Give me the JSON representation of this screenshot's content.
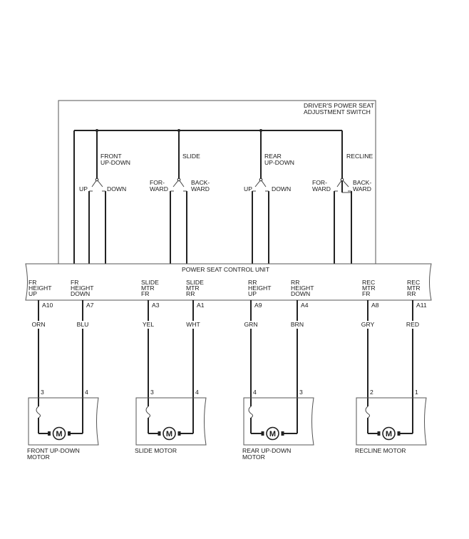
{
  "switch_title": [
    "DRIVER'S POWER SEAT",
    "ADJUSTMENT SWITCH"
  ],
  "switch_groups": [
    {
      "name": [
        "FRONT",
        "UP-DOWN"
      ],
      "left": [
        "UP"
      ],
      "right": [
        "DOWN"
      ]
    },
    {
      "name": [
        "SLIDE"
      ],
      "left": [
        "FOR-",
        "WARD"
      ],
      "right": [
        "BACK-",
        "WARD"
      ]
    },
    {
      "name": [
        "REAR",
        "UP-DOWN"
      ],
      "left": [
        "UP"
      ],
      "right": [
        "DOWN"
      ]
    },
    {
      "name": [
        "RECLINE"
      ],
      "left": [
        "FOR-",
        "WARD"
      ],
      "right": [
        "BACK-",
        "WARD"
      ]
    }
  ],
  "control_unit": "POWER SEAT CONTROL UNIT",
  "terminals": [
    {
      "label": [
        "FR",
        "HEIGHT",
        "UP"
      ],
      "pin": "A10",
      "color": "ORN"
    },
    {
      "label": [
        "FR",
        "HEIGHT",
        "DOWN"
      ],
      "pin": "A7",
      "color": "BLU"
    },
    {
      "label": [
        "SLIDE",
        "MTR",
        "FR"
      ],
      "pin": "A3",
      "color": "YEL"
    },
    {
      "label": [
        "SLIDE",
        "MTR",
        "RR"
      ],
      "pin": "A1",
      "color": "WHT"
    },
    {
      "label": [
        "RR",
        "HEIGHT",
        "UP"
      ],
      "pin": "A9",
      "color": "GRN"
    },
    {
      "label": [
        "RR",
        "HEIGHT",
        "DOWN"
      ],
      "pin": "A4",
      "color": "BRN"
    },
    {
      "label": [
        "REC",
        "MTR",
        "FR"
      ],
      "pin": "A8",
      "color": "GRY"
    },
    {
      "label": [
        "REC",
        "MTR",
        "RR"
      ],
      "pin": "A11",
      "color": "RED"
    }
  ],
  "motors": [
    {
      "name": [
        "FRONT UP-DOWN",
        "MOTOR"
      ],
      "pins": [
        "3",
        "4"
      ]
    },
    {
      "name": [
        "SLIDE MOTOR"
      ],
      "pins": [
        "3",
        "4"
      ]
    },
    {
      "name": [
        "REAR UP-DOWN",
        "MOTOR"
      ],
      "pins": [
        "4",
        "3"
      ]
    },
    {
      "name": [
        "RECLINE MOTOR"
      ],
      "pins": [
        "2",
        "1"
      ]
    }
  ],
  "motor_symbol": "M"
}
